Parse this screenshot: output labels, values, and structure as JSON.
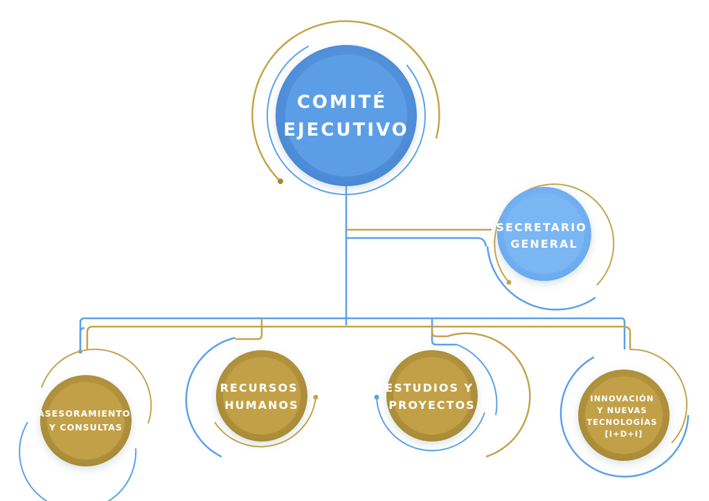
{
  "org_chart": {
    "root": {
      "lines": [
        "COMITÉ",
        "EJECUTIVO"
      ],
      "fill": "#5c9ee6"
    },
    "secretary": {
      "lines": [
        "SECRETARIO",
        "GENERAL"
      ],
      "fill": "#7ab6f2"
    },
    "departments": [
      {
        "lines": [
          "ASESORAMIENTO",
          "Y CONSULTAS"
        ]
      },
      {
        "lines": [
          "RECURSOS",
          "HUMANOS"
        ]
      },
      {
        "lines": [
          "ESTUDIOS Y",
          "PROYECTOS"
        ]
      },
      {
        "lines": [
          "INNOVACIÓN",
          "Y NUEVAS",
          "TECNOLOGÍAS",
          "[I+D+I]"
        ]
      }
    ],
    "colors": {
      "gold": "#c4a24a",
      "gold_fill": "#c2a047",
      "blue": "#5aa0ea",
      "light_blue": "#9cc8f3"
    }
  }
}
